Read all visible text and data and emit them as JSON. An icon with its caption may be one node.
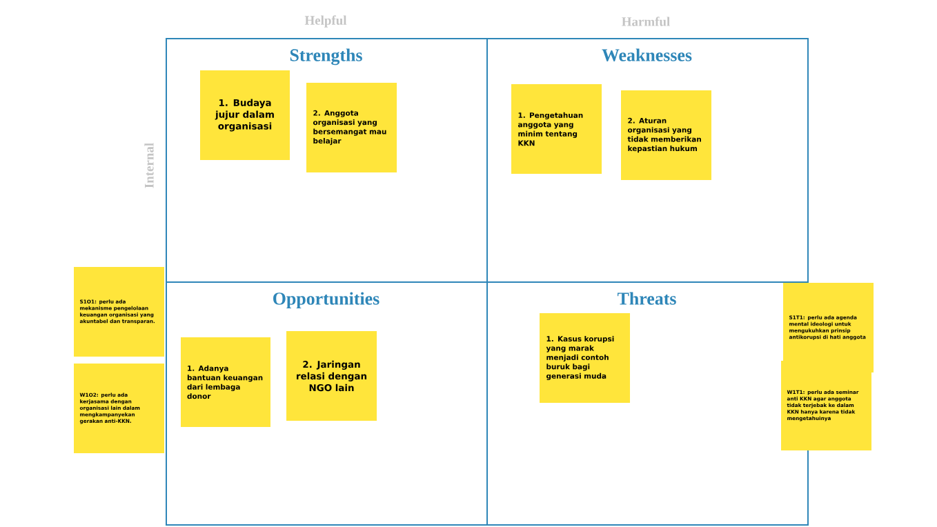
{
  "diagram": {
    "nodes": [
      {
        "text": [
          "Strengths"
        ]
      },
      {
        "text": [
          "1. Budaya jujur dalam organisasi"
        ],
        "in": 0
      },
      {
        "text": [
          "2. Anggota organisasi yang bersemangat mau belajar"
        ],
        "in": 0
      },
      {
        "text": [
          "Weaknesses"
        ]
      },
      {
        "text": [
          "1. Pengetahuan anggota yang minim tentang KKN"
        ],
        "in": 3
      },
      {
        "text": [
          "2. Aturan organisasi yang tidak memberikan kepastian hukum"
        ],
        "in": 3
      },
      {
        "text": [
          "S1O1: perlu ada mekanisme pengelolaan keuangan organisasi yang akuntabel dan transparan."
        ]
      },
      {
        "text": [
          "W1O2: perlu ada kerjasama dengan organisasi lain dalam mengkampanyekan gerakan anti-KKN."
        ]
      },
      {
        "text": [
          "Opportunities"
        ]
      },
      {
        "text": [
          "1. Adanya bantuan keuangan dari lembaga donor"
        ],
        "in": 8
      },
      {
        "text": [
          "2. Jaringan relasi dengan NGO lain"
        ],
        "in": 8
      },
      {
        "text": [
          "Threats"
        ]
      },
      {
        "text": [
          "1. Kasus korupsi yang marak menjadi contoh buruk bagi generasi muda"
        ],
        "in": 11
      },
      {
        "text": [
          "S1T1: perlu ada agenda mental ideologi untuk mengukuhkan prinsip antikorupsi di hati anggota"
        ]
      },
      {
        "text": [
          "W1T1: perlu ada seminar anti KKN agar anggota tidak terjebak ke dalam KKN hanya karena tidak mengetahuinya"
        ]
      }
    ],
    "labels": [
      "Helpful",
      "Harmful",
      "Internal"
    ]
  }
}
